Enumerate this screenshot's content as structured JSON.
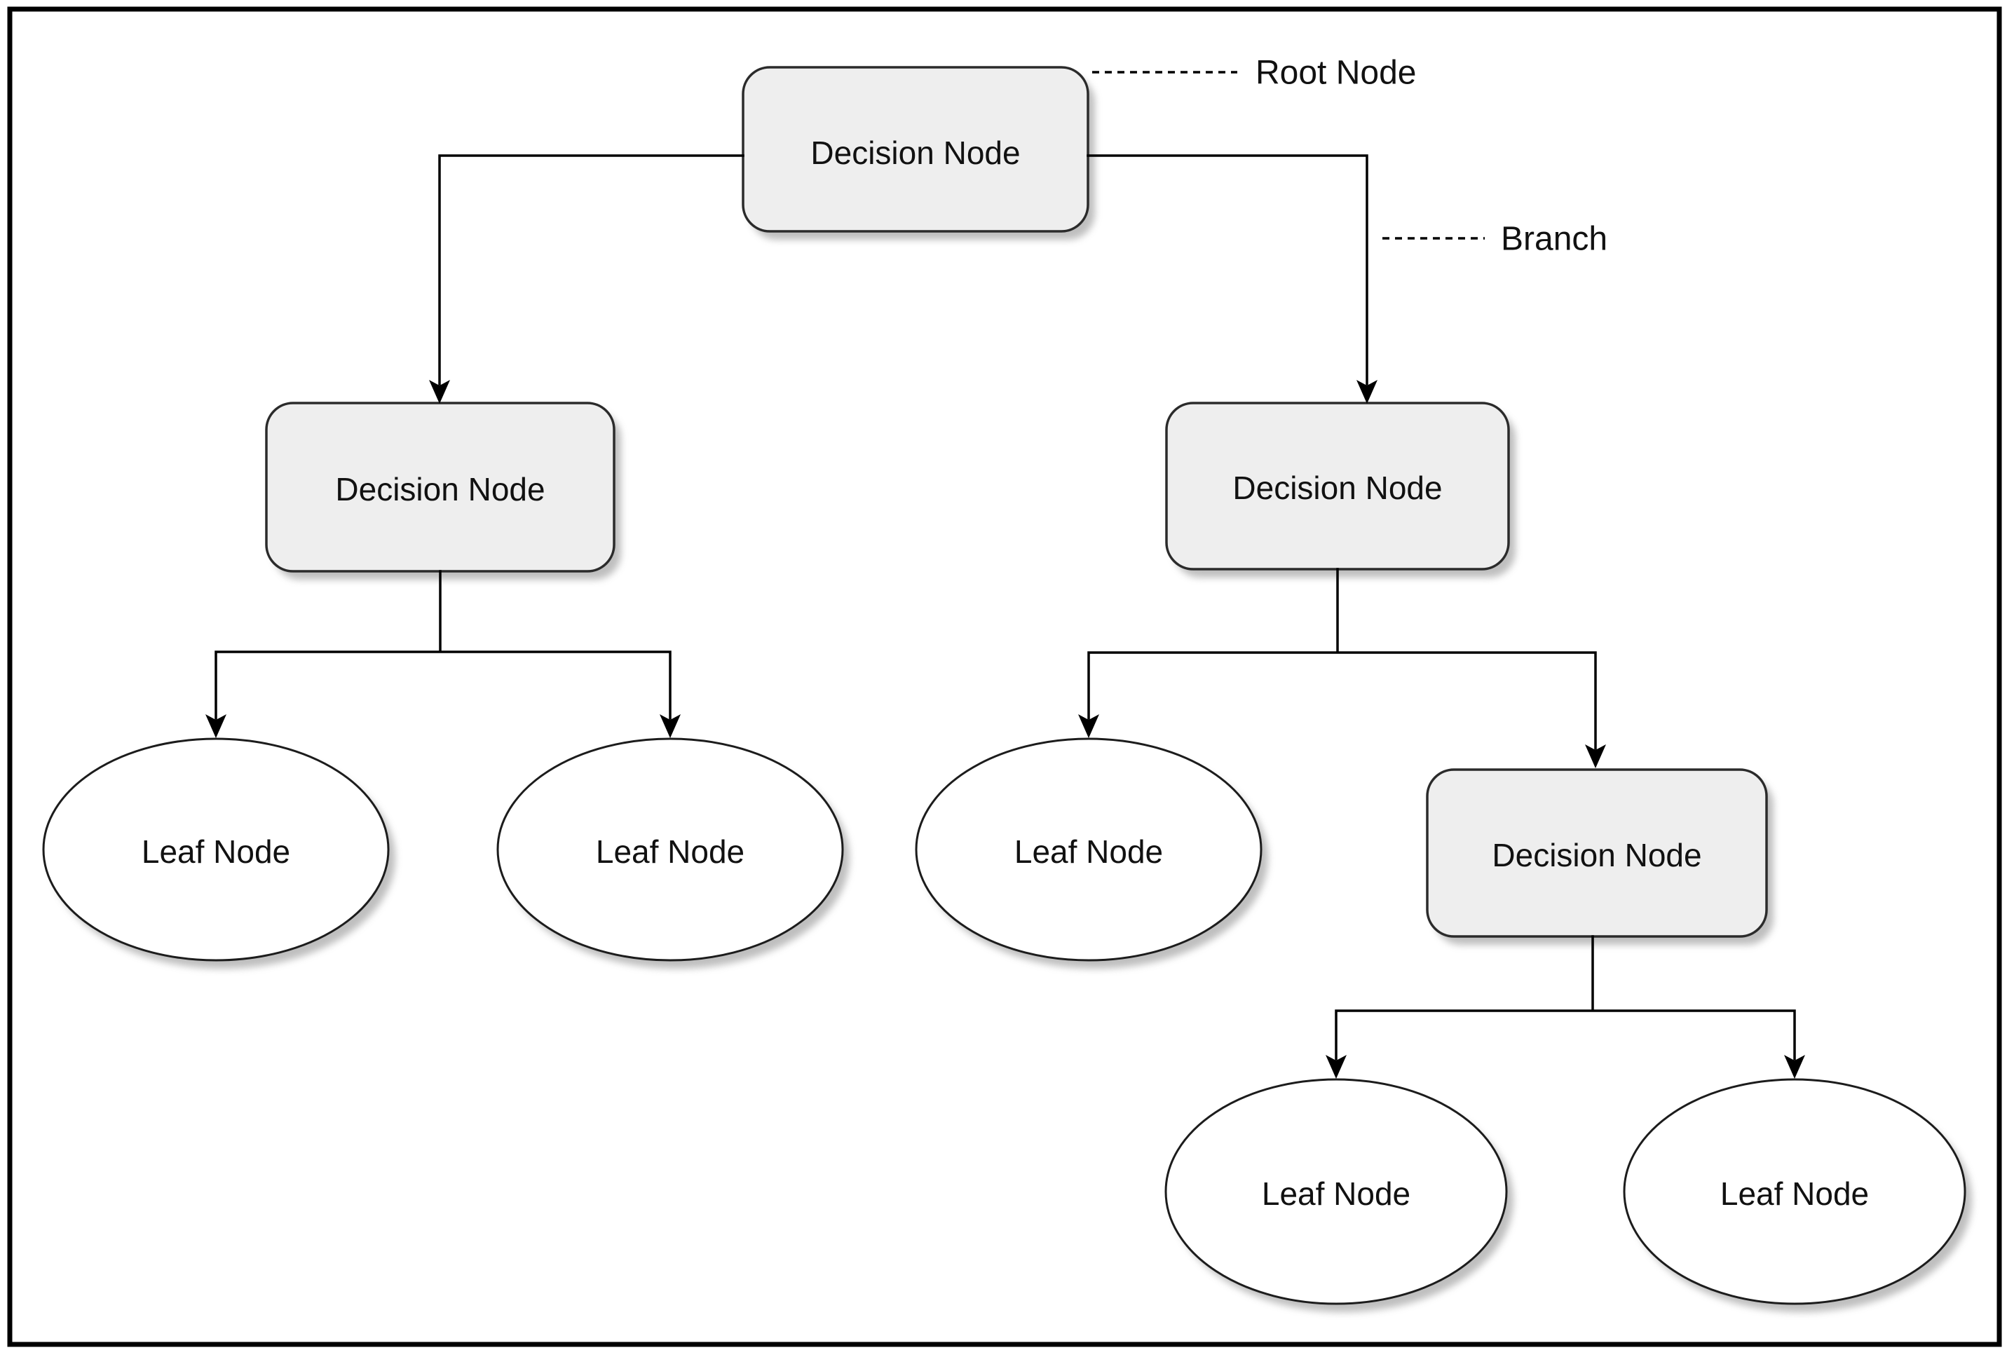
{
  "diagram": {
    "type": "decision-tree",
    "nodes": [
      {
        "id": "decision-root",
        "shape": "rounded-rectangle",
        "label": "Decision Node"
      },
      {
        "id": "decision-left",
        "shape": "rounded-rectangle",
        "label": "Decision Node"
      },
      {
        "id": "decision-right",
        "shape": "rounded-rectangle",
        "label": "Decision Node"
      },
      {
        "id": "decision-lower-right",
        "shape": "rounded-rectangle",
        "label": "Decision Node"
      },
      {
        "id": "leaf-left-1",
        "shape": "ellipse",
        "label": "Leaf Node"
      },
      {
        "id": "leaf-left-2",
        "shape": "ellipse",
        "label": "Leaf Node"
      },
      {
        "id": "leaf-right-1",
        "shape": "ellipse",
        "label": "Leaf Node"
      },
      {
        "id": "leaf-bottom-1",
        "shape": "ellipse",
        "label": "Leaf Node"
      },
      {
        "id": "leaf-bottom-2",
        "shape": "ellipse",
        "label": "Leaf Node"
      }
    ],
    "annotations": [
      {
        "id": "root-node-callout",
        "text": "Root Node"
      },
      {
        "id": "branch-callout",
        "text": "Branch"
      }
    ],
    "colors": {
      "decision_fill": "#eeeeee",
      "decision_stroke": "#2b2b2b",
      "leaf_fill": "#ffffff",
      "leaf_stroke": "#1c1c1c",
      "connector": "#000000",
      "shadow": "#b4b4b4",
      "background": "#ffffff",
      "text": "#111111"
    }
  }
}
